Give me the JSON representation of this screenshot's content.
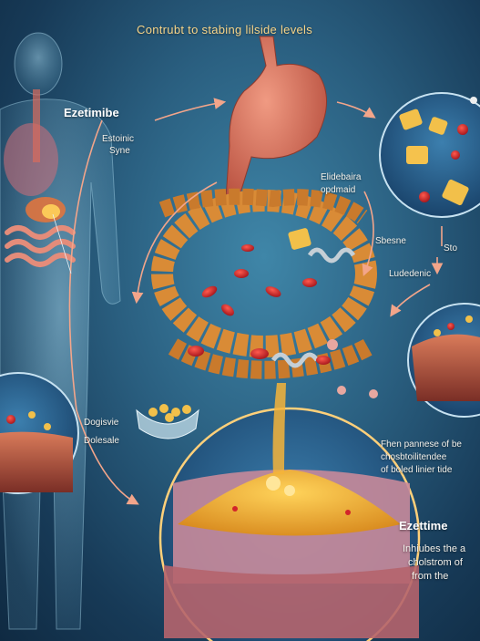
{
  "title": "Contrubt to stabing lilside levels",
  "labels": {
    "ezetimibe_top": "Ezetimibe",
    "estoinic": "Estoinic",
    "syne": "Syne",
    "elidebaira": "Elidebaira",
    "opdmaid": "opdmaid",
    "sbesne": "Sbesne",
    "sto": "Sto",
    "ludedenic": "Ludedenic",
    "dogisvie": "Dogisvie",
    "dolesale": "Dolesale",
    "fhepanoe_1": "Fhen pannese of be",
    "fhepanoe_2": "chosbtoilitendee",
    "fhepanoe_3": "of boled linier tide",
    "ezetime": "Ezettime",
    "inhibes_1": "Inhiubes the a",
    "inhibes_2": "cholstrom of",
    "inhibes_3": "from the"
  },
  "colors": {
    "background": "#2a5f80",
    "title_text": "#f7d58a",
    "arrow": "#f3a58a",
    "stomach": "#d9705e",
    "chain": "#d98b36",
    "red_cell": "#d2242a",
    "yellow_block": "#f2c04a"
  }
}
